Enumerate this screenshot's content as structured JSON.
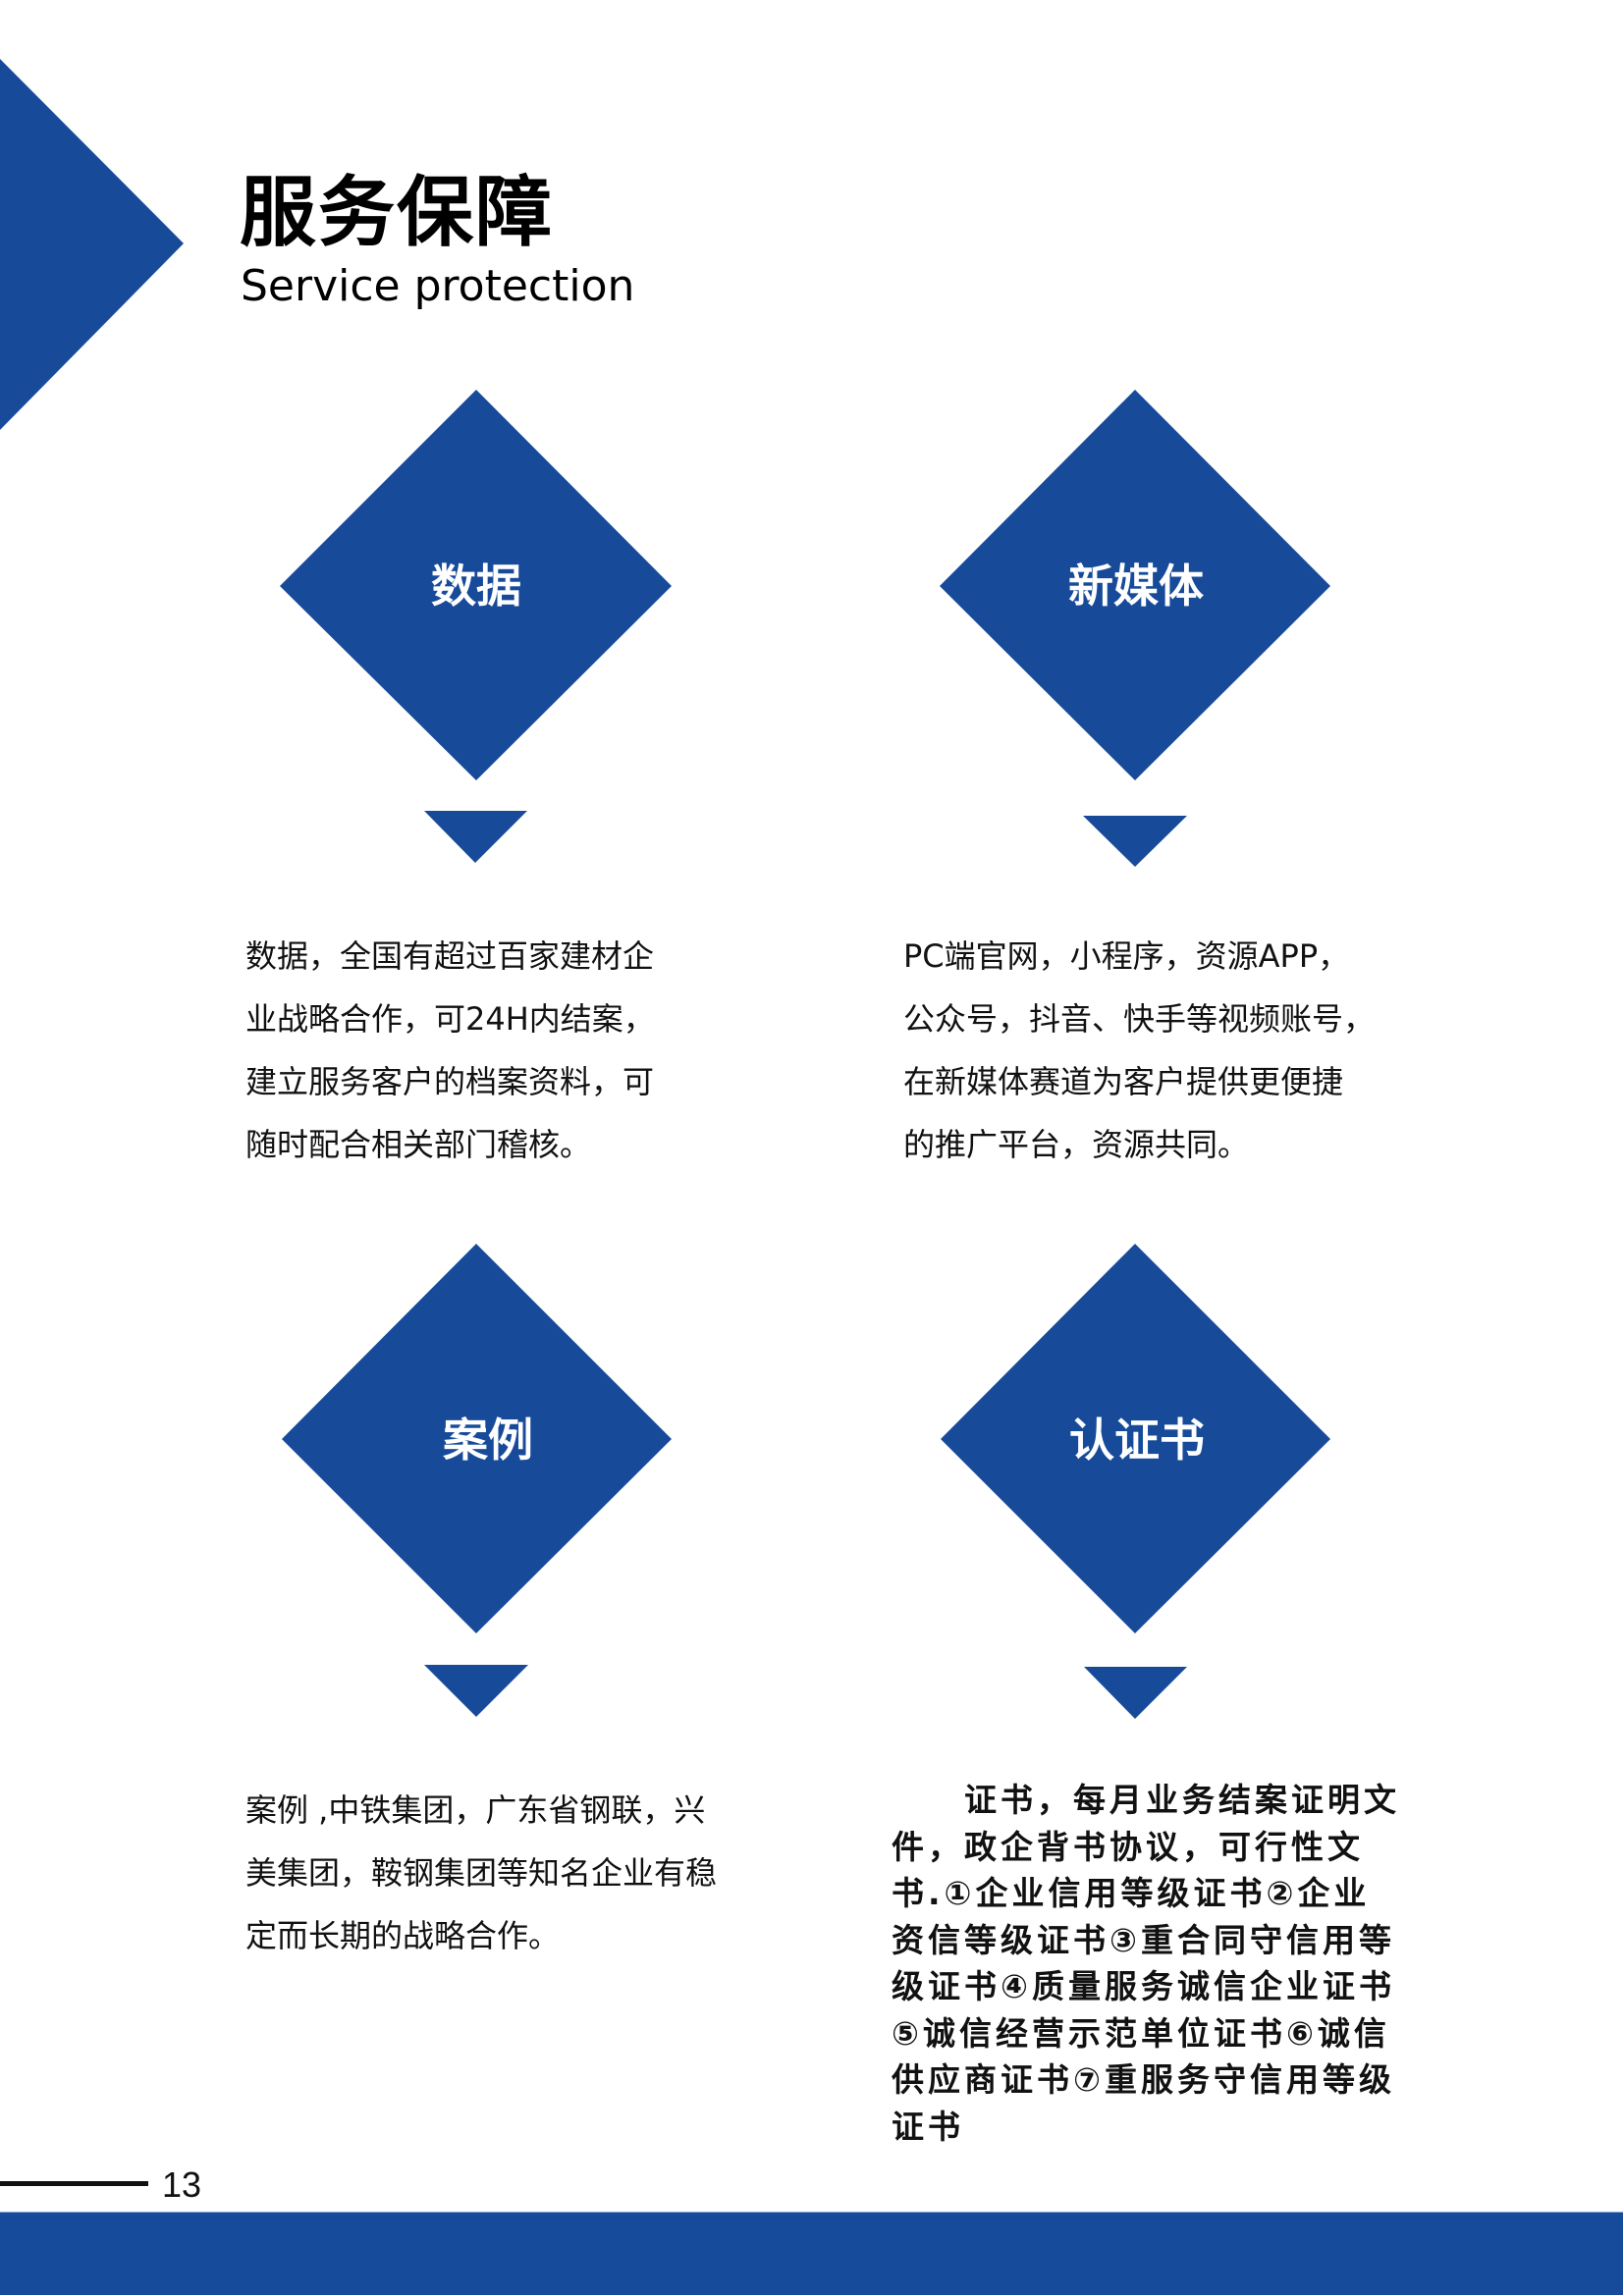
{
  "colors": {
    "accent": "#174b9a",
    "text": "#111111",
    "background": "#ffffff"
  },
  "header": {
    "title": "服务保障",
    "subtitle": "Service protection"
  },
  "cards": [
    {
      "label": "数据",
      "description_lines": [
        "数据，全国有超过百家建材企",
        "业战略合作，可24H内结案，",
        "建立服务客户的档案资料，可",
        "随时配合相关部门稽核。"
      ]
    },
    {
      "label": "新媒体",
      "description_lines": [
        "PC端官网，小程序，资源APP，",
        "公众号，抖音、快手等视频账号，",
        "在新媒体赛道为客户提供更便捷",
        "的推广平台，资源共同。"
      ]
    },
    {
      "label": "案例",
      "description_lines": [
        "案例 ,中铁集团，广东省钢联，兴",
        "美集团，鞍钢集团等知名企业有稳",
        "定而长期的战略合作。"
      ]
    },
    {
      "label": "认证书",
      "description_lines": [
        "　　证书，每月业务结案证明文",
        "件，政企背书协议，可行性文",
        "书.①企业信用等级证书②企业",
        "资信等级证书③重合同守信用等",
        "级证书④质量服务诚信企业证书",
        "⑤诚信经营示范单位证书⑥诚信",
        "供应商证书⑦重服务守信用等级",
        "证书"
      ]
    }
  ],
  "footer": {
    "page_number": "13"
  }
}
